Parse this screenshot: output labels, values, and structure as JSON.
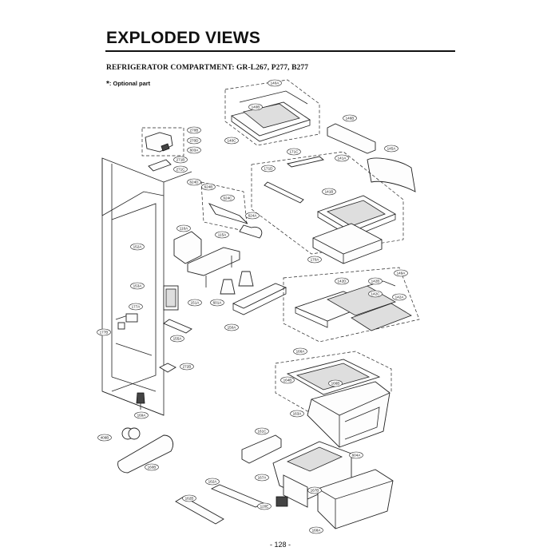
{
  "header": {
    "title": "EXPLODED VIEWS",
    "subtitle": "REFRIGERATOR COMPARTMENT: GR-L267, P277, B277",
    "optional_star": "*",
    "optional_text": ": Optional part"
  },
  "callouts": [
    "140A",
    "140B",
    "140C",
    "146B",
    "145A",
    "270B",
    "270D",
    "603A",
    "271B",
    "271C",
    "171C",
    "141A",
    "171D",
    "624D",
    "624B",
    "624C",
    "624A",
    "141B",
    "116A",
    "115A",
    "170A",
    "152A",
    "153A",
    "149A",
    "142D",
    "142B",
    "142C",
    "142A",
    "601A",
    "150A",
    "151A",
    "177A",
    "177B",
    "155A",
    "272B",
    "166A",
    "164B",
    "166B",
    "163A",
    "169A",
    "409B",
    "160B",
    "161C",
    "604A",
    "162A",
    "167A",
    "167B",
    "162B",
    "120E",
    "168A"
  ],
  "footer": {
    "page_number": "- 128 -"
  }
}
